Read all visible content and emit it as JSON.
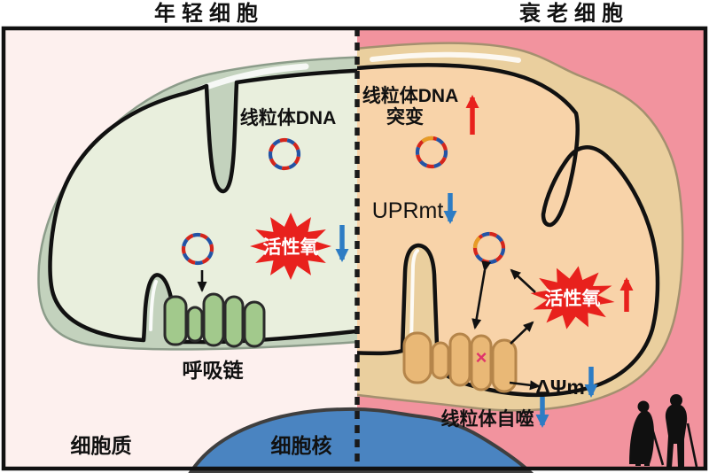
{
  "left": {
    "title": "年轻细胞",
    "mtdna": "线粒体DNA",
    "ros": "活性氧",
    "ros_trend": "decreased",
    "chain": "呼吸链",
    "cytoplasm": "细胞质",
    "nucleus": "细胞核"
  },
  "right": {
    "title": "衰老细胞",
    "mut1": "线粒体DNA",
    "mut2": "突变",
    "mut_trend": "increased",
    "uprmt": "UPRmt",
    "uprmt_trend": "decreased",
    "ros": "活性氧",
    "ros_trend": "increased",
    "dpsi": "ΔΨm",
    "dpsi_trend": "decreased",
    "mitophagy": "线粒体自噬",
    "mitophagy_trend": "decreased",
    "defect": "×"
  },
  "colors": {
    "left_bg": "#fdf0ee",
    "left_membrane": "#c3d2bd",
    "left_matrix": "#e9efdd",
    "chain_green": "#a2c98c",
    "right_bg": "#f2939e",
    "right_membrane": "#eacf9e",
    "right_matrix": "#f8d3a9",
    "chain_tan": "#e9b876",
    "nucleus_blue": "#4a84c1",
    "ros_red": "#e8211d",
    "arrow_blue": "#2d7cc4",
    "arrow_red": "#e8211d",
    "dna_red": "#d4251c",
    "dna_blue": "#2353a5",
    "dna_orange": "#e89b26"
  }
}
